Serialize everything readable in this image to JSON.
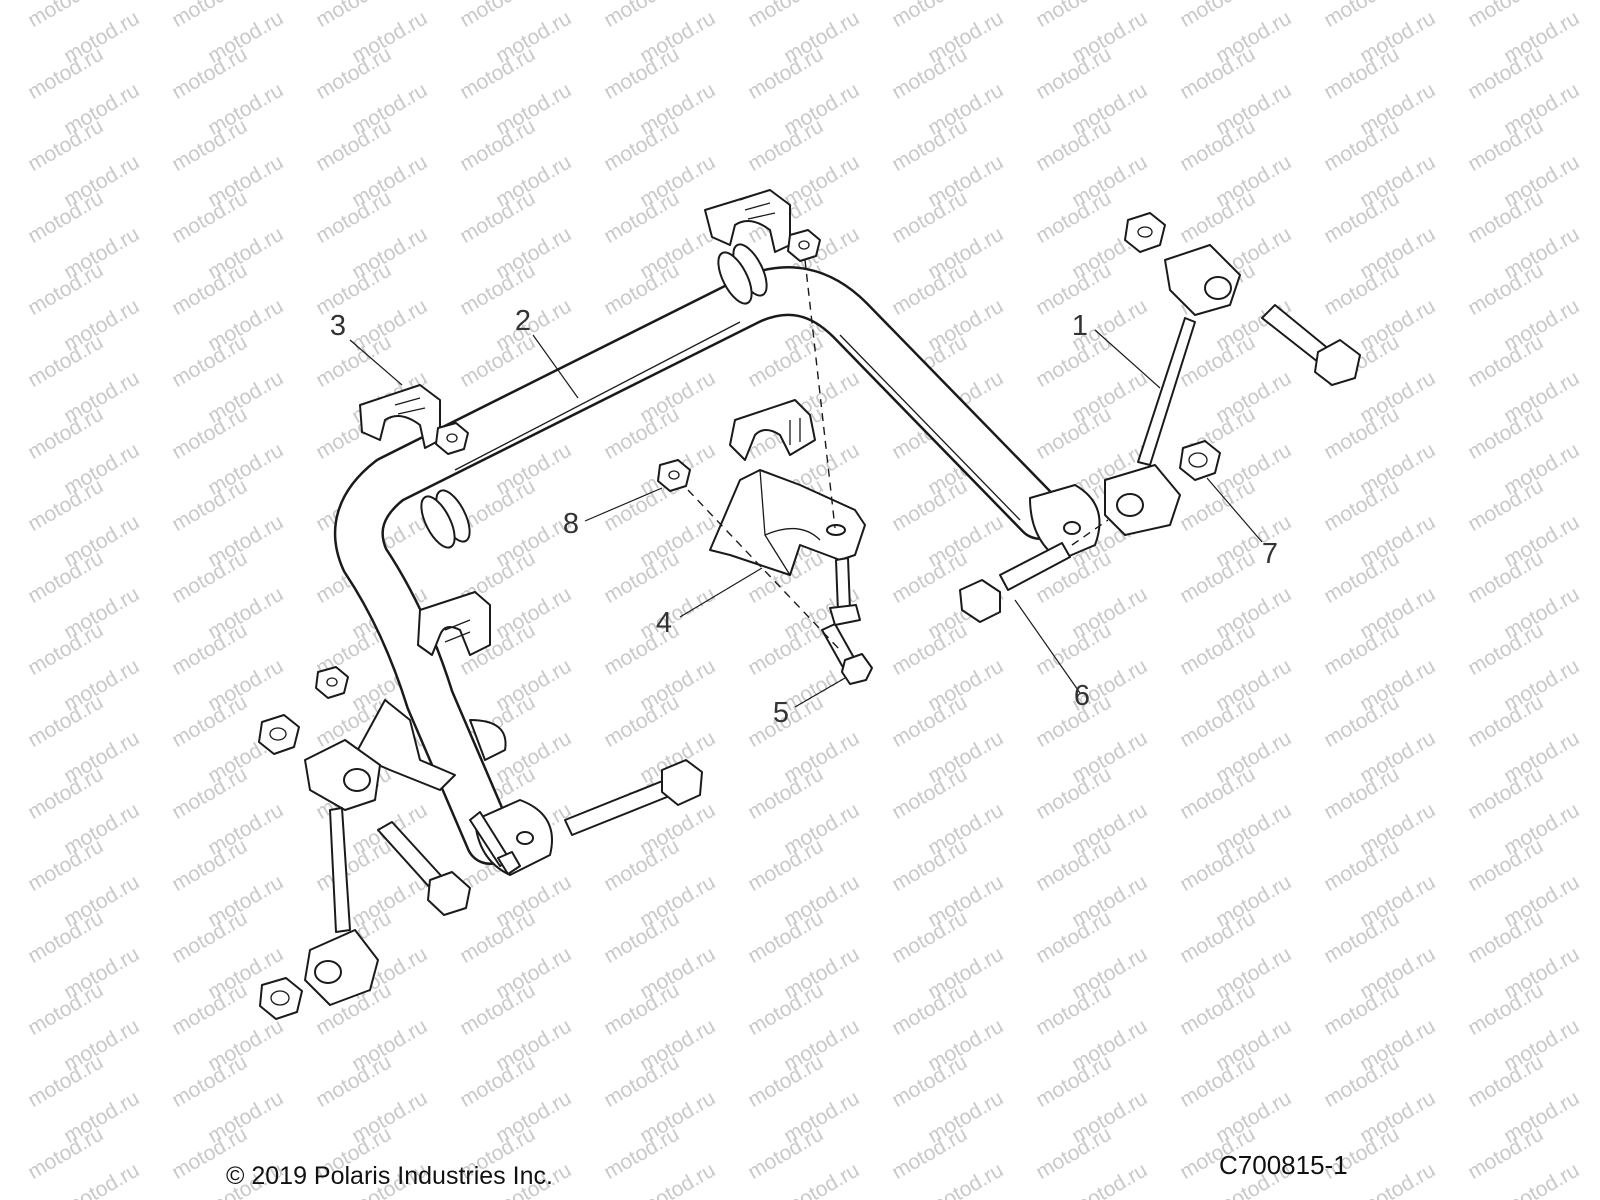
{
  "watermark": {
    "text": "motod.ru"
  },
  "callouts": [
    {
      "id": "1",
      "label": "1"
    },
    {
      "id": "2",
      "label": "2"
    },
    {
      "id": "3",
      "label": "3"
    },
    {
      "id": "4",
      "label": "4"
    },
    {
      "id": "5",
      "label": "5"
    },
    {
      "id": "6",
      "label": "6"
    },
    {
      "id": "7",
      "label": "7"
    },
    {
      "id": "8",
      "label": "8"
    }
  ],
  "footer": {
    "copyright": "© 2019 Polaris Industries Inc.",
    "diagram_code": "C700815-1"
  }
}
